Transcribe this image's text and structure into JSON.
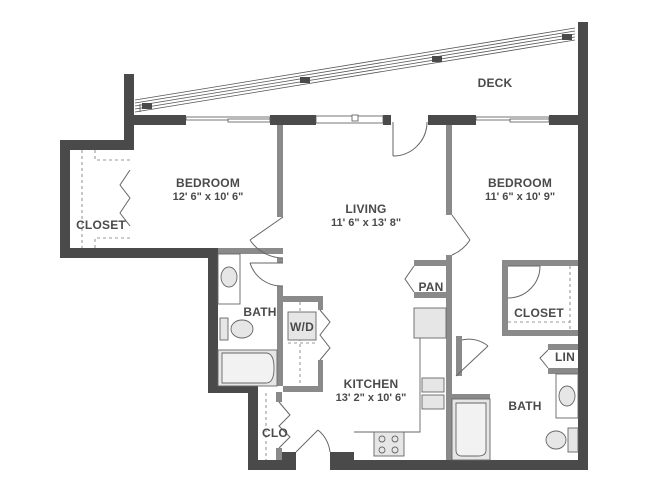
{
  "colors": {
    "exterior_wall": "#4a4a4a",
    "interior_wall": "#8a8a8a",
    "fixture_fill": "#e6e6e6",
    "line": "#6a6a6a",
    "label": "#4a4a4a"
  },
  "rooms": {
    "deck": {
      "name": "DECK"
    },
    "bedroom_left": {
      "name": "BEDROOM",
      "dims": "12' 6\" x 10' 6\""
    },
    "closet_left": {
      "name": "CLOSET"
    },
    "living": {
      "name": "LIVING",
      "dims": "11' 6\" x 13' 8\""
    },
    "bedroom_right": {
      "name": "BEDROOM",
      "dims": "11' 6\" x 10' 9\""
    },
    "bath_left": {
      "name": "BATH"
    },
    "wd": {
      "name": "W/D"
    },
    "pantry": {
      "name": "PAN"
    },
    "closet_right": {
      "name": "CLOSET"
    },
    "linen": {
      "name": "LIN"
    },
    "kitchen": {
      "name": "KITCHEN",
      "dims": "13' 2\" x 10' 6\""
    },
    "bath_right": {
      "name": "BATH"
    },
    "clo": {
      "name": "CLO"
    }
  }
}
